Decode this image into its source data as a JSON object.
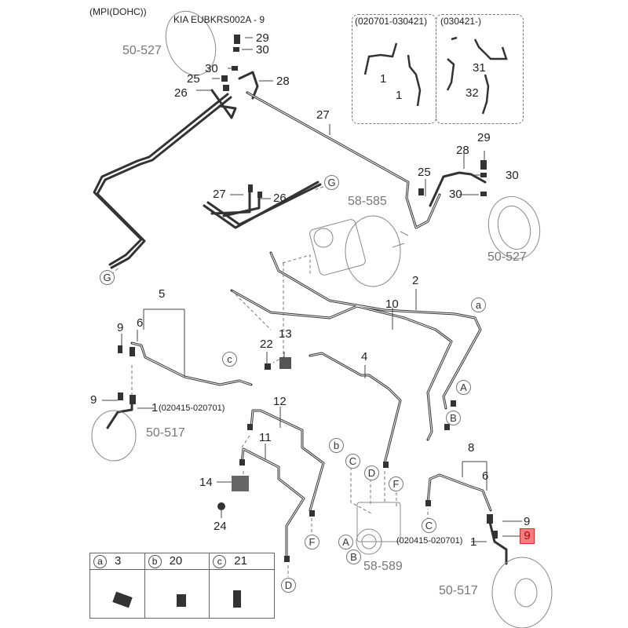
{
  "diagram": {
    "variant_label": "(MPI(DOHC))",
    "catalog_code": "KIA EUBKRS002A - 9",
    "inset_boxes": [
      {
        "title": "(020701-030421)",
        "part_labels": [
          "1",
          "1"
        ]
      },
      {
        "title": "(030421-)",
        "part_labels": [
          "31",
          "32"
        ]
      }
    ],
    "part_labels": {
      "p29_tl": "29",
      "p30_tl_a": "30",
      "p30_tl_b": "30",
      "p25_tl": "25",
      "p26_tl": "26",
      "p28_tl": "28",
      "p27_main": "27",
      "p28_r": "28",
      "p29_r": "29",
      "p25_r": "25",
      "p30_r_a": "30",
      "p30_r_b": "30",
      "p27_mid": "27",
      "p26_mid": "26",
      "p5": "5",
      "p6_l": "6",
      "p9_l_a": "9",
      "p9_l_b": "9",
      "p1_l": "1",
      "p2": "2",
      "p10": "10",
      "p13": "13",
      "p22": "22",
      "p4": "4",
      "p12": "12",
      "p11": "11",
      "p14": "14",
      "p24": "24",
      "p8": "8",
      "p6_r": "6",
      "p9_r": "9",
      "p9_r_highlight": "9",
      "p1_r": "1"
    },
    "date_notes": {
      "left": "(020415-020701)",
      "right": "(020415-020701)"
    },
    "reference_labels": {
      "ref_50_527_tl": "50-527",
      "ref_50_527_r": "50-527",
      "ref_58_585": "58-585",
      "ref_50_517_l": "50-517",
      "ref_58_589": "58-589",
      "ref_50_517_r": "50-517"
    },
    "connector_markers": {
      "G1": "G",
      "G2": "G",
      "a": "a",
      "b": "b",
      "c": "c",
      "A1": "A",
      "B1": "B",
      "A2": "A",
      "B2": "B",
      "C1": "C",
      "C2": "C",
      "D1": "D",
      "D2": "D",
      "E_F1": "F",
      "E_F2": "F"
    },
    "legend_table": [
      {
        "marker": "a",
        "part": "3"
      },
      {
        "marker": "b",
        "part": "20"
      },
      {
        "marker": "c",
        "part": "21"
      }
    ],
    "highlight_color": "#f08080"
  }
}
